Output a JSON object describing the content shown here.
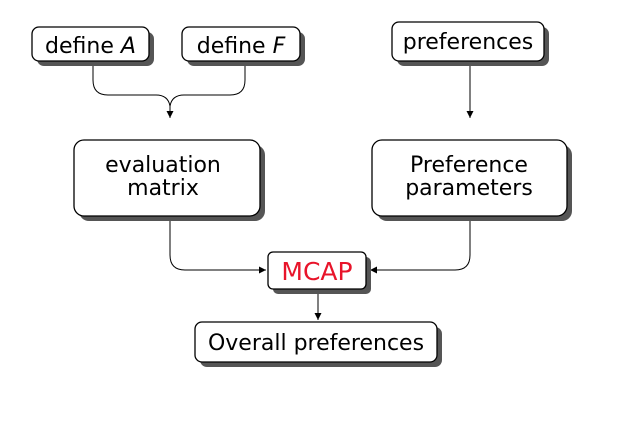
{
  "diagram": {
    "define_a": {
      "word": "define",
      "symbol": "A"
    },
    "define_f": {
      "word": "define",
      "symbol": "F"
    },
    "preferences": "preferences",
    "evaluation_matrix": {
      "line1": "evaluation",
      "line2": "matrix"
    },
    "preference_parameters": {
      "line1": "Preference",
      "line2": "parameters"
    },
    "mcap": "MCAP",
    "overall": "Overall preferences",
    "colors": {
      "mcap_text": "#e8142a",
      "shadow": "#555555",
      "stroke": "#000000"
    }
  }
}
